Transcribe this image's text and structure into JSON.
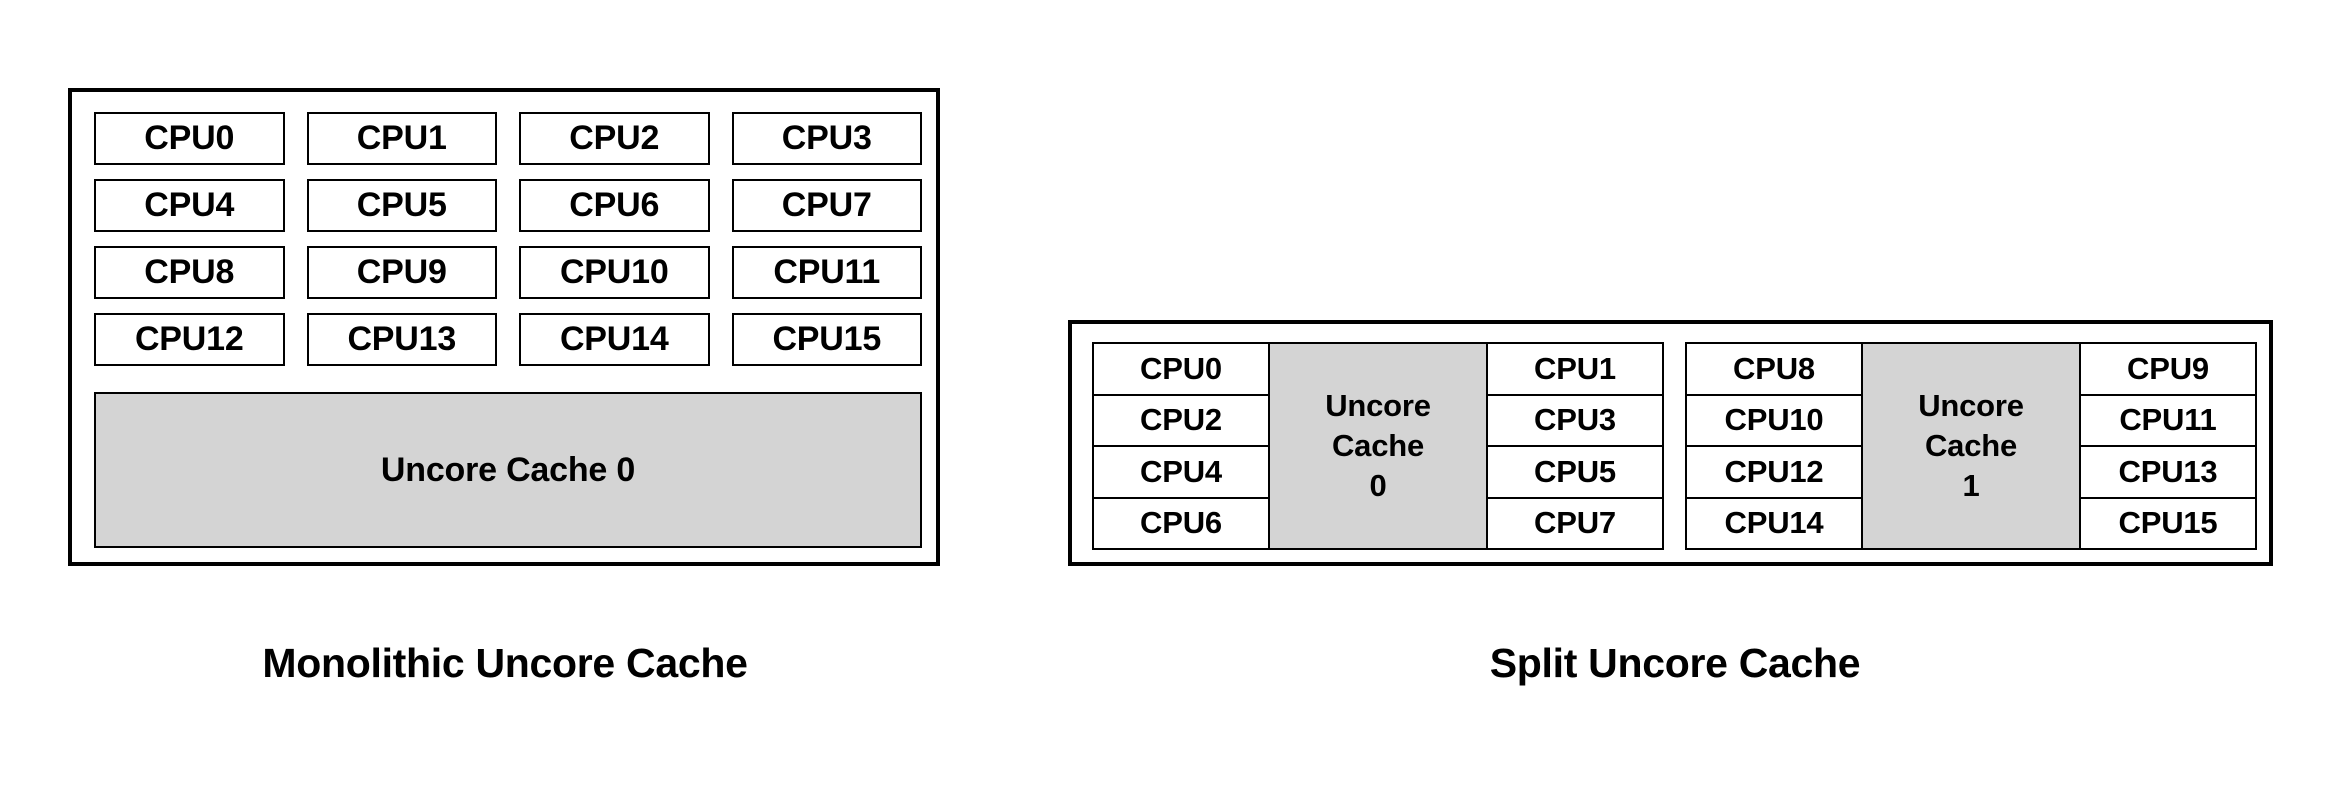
{
  "colors": {
    "cache_fill": "#d4d4d4",
    "border": "#000000",
    "background": "#ffffff",
    "text": "#000000"
  },
  "monolithic": {
    "caption": "Monolithic Uncore Cache",
    "cpus": [
      "CPU0",
      "CPU1",
      "CPU2",
      "CPU3",
      "CPU4",
      "CPU5",
      "CPU6",
      "CPU7",
      "CPU8",
      "CPU9",
      "CPU10",
      "CPU11",
      "CPU12",
      "CPU13",
      "CPU14",
      "CPU15"
    ],
    "cache": {
      "label": "Uncore Cache 0"
    }
  },
  "split": {
    "caption": "Split Uncore Cache",
    "clusters": [
      {
        "left_column": [
          "CPU0",
          "CPU2",
          "CPU4",
          "CPU6"
        ],
        "cache": {
          "line1": "Uncore",
          "line2": "Cache",
          "line3": "0"
        },
        "right_column": [
          "CPU1",
          "CPU3",
          "CPU5",
          "CPU7"
        ]
      },
      {
        "left_column": [
          "CPU8",
          "CPU10",
          "CPU12",
          "CPU14"
        ],
        "cache": {
          "line1": "Uncore",
          "line2": "Cache",
          "line3": "1"
        },
        "right_column": [
          "CPU9",
          "CPU11",
          "CPU13",
          "CPU15"
        ]
      }
    ]
  }
}
